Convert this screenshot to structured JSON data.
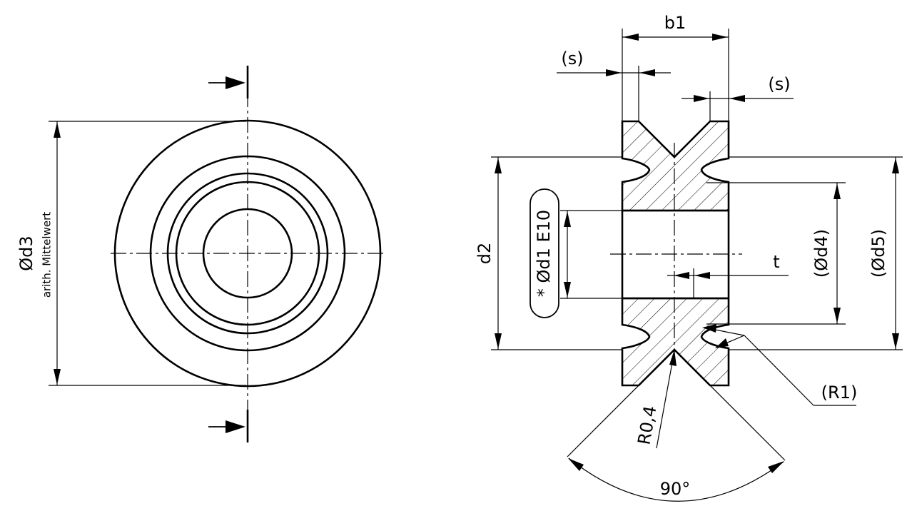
{
  "front_view": {
    "diameter_label": "Ød3",
    "diameter_note": "arith. Mittelwert"
  },
  "section_view": {
    "width_label": "b1",
    "shoulder_left_label": "(s)",
    "shoulder_right_label": "(s)",
    "height_label": "d2",
    "bore_label": "* Ød1 E10",
    "offset_label": "t",
    "d4_label": "(Ød4)",
    "d5_label": "(Ød5)",
    "groove_radius_label": "(R1)",
    "tip_radius_label": "R0,4",
    "angle_label": "90°"
  }
}
